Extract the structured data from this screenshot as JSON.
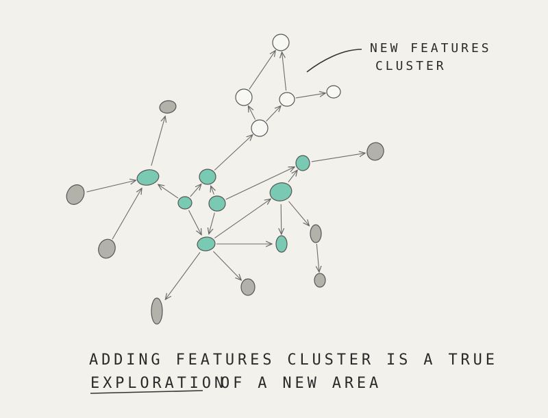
{
  "annotation": {
    "line1": "NEW FEATURES",
    "line2": "CLUSTER"
  },
  "caption": {
    "line1": "ADDING FEATURES CLUSTER IS A TRUE",
    "line2_underlined": "EXPLORATION",
    "line2_rest": "OF A NEW AREA"
  },
  "colors": {
    "background": "#f3f1ec",
    "explored": "#79c9b3",
    "unexplored": "#b2b2aa",
    "new_feature": "#f7f7f4",
    "stroke": "#555555"
  }
}
